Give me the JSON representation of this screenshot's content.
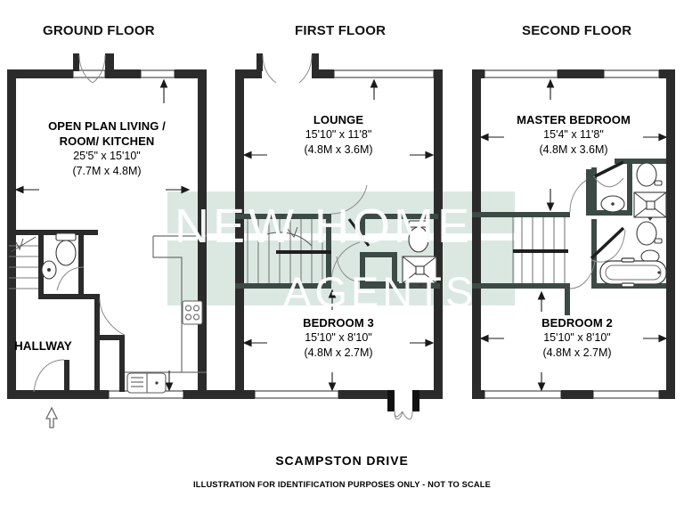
{
  "document": {
    "street_name": "SCAMPSTON DRIVE",
    "disclaimer": "ILLUSTRATION FOR IDENTIFICATION PURPOSES ONLY - NOT TO SCALE"
  },
  "watermark": {
    "line1": "NEW HOME",
    "line2": "AGENTS",
    "band_color": "#d8e6e0",
    "text_color": "#ffffff"
  },
  "colors": {
    "wall": "#2b2b2b",
    "wall_tinted": "#3c4a45",
    "fixture_line": "#3a3a3a",
    "background": "#ffffff"
  },
  "floors": [
    {
      "id": "ground-floor",
      "title": "GROUND FLOOR",
      "rooms": [
        {
          "id": "open-plan-living-kitchen",
          "name_line1": "OPEN PLAN LIVING /",
          "name_line2": "ROOM/ KITCHEN",
          "dim_imperial": "25'5\" x 15'10\"",
          "dim_metric": "(7.7M x 4.8M)"
        },
        {
          "id": "hallway",
          "name_line1": "HALLWAY",
          "name_line2": "",
          "dim_imperial": "",
          "dim_metric": ""
        }
      ],
      "fixtures": [
        "stairs",
        "wc-toilet",
        "wash-basin",
        "kitchen-sink",
        "hob",
        "worktop",
        "entrance-arrow"
      ]
    },
    {
      "id": "first-floor",
      "title": "FIRST FLOOR",
      "rooms": [
        {
          "id": "lounge",
          "name_line1": "LOUNGE",
          "name_line2": "",
          "dim_imperial": "15'10\" x 11'8\"",
          "dim_metric": "(4.8M x 3.6M)"
        },
        {
          "id": "bedroom-3",
          "name_line1": "BEDROOM 3",
          "name_line2": "",
          "dim_imperial": "15'10\" x 8'10\"",
          "dim_metric": "(4.8M x 2.7M)"
        }
      ],
      "fixtures": [
        "stairs",
        "wc-toilet",
        "shower-tray"
      ]
    },
    {
      "id": "second-floor",
      "title": "SECOND FLOOR",
      "rooms": [
        {
          "id": "master-bedroom",
          "name_line1": "MASTER BEDROOM",
          "name_line2": "",
          "dim_imperial": "15'4\" x 11'8\"",
          "dim_metric": "(4.8M x 3.6M)"
        },
        {
          "id": "bedroom-2",
          "name_line1": "BEDROOM 2",
          "name_line2": "",
          "dim_imperial": "15'10\" x 8'10\"",
          "dim_metric": "(4.8M x 2.7M)"
        }
      ],
      "fixtures": [
        "stairs",
        "ensuite-toilet",
        "ensuite-shower",
        "wash-basin",
        "bathroom-toilet",
        "bathroom-basin",
        "bath-tub"
      ]
    }
  ]
}
